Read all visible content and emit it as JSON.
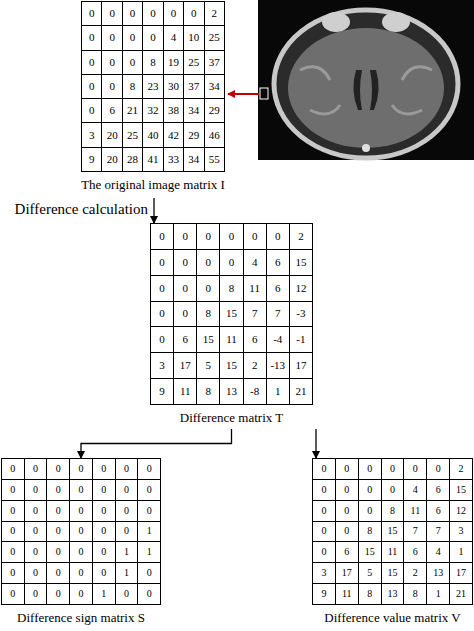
{
  "diagram": {
    "nodes": [
      {
        "text": [
          "The original image matrix I",
          "0",
          "0",
          "0",
          "0",
          "0",
          "0",
          "2",
          "0",
          "0",
          "0",
          "0",
          "4",
          "10",
          "25",
          "0",
          "0",
          "0",
          "8",
          "19",
          "25",
          "37",
          "0",
          "0",
          "8",
          "23",
          "30",
          "37",
          "34",
          "0",
          "6",
          "21",
          "32",
          "38",
          "34",
          "29",
          "3",
          "20",
          "25",
          "40",
          "42",
          "29",
          "46",
          "9",
          "20",
          "28",
          "41",
          "33",
          "34",
          "55"
        ]
      },
      {
        "text": [
          "Difference matrix T",
          "0",
          "0",
          "0",
          "0",
          "0",
          "0",
          "2",
          "0",
          "0",
          "0",
          "0",
          "4",
          "6",
          "15",
          "0",
          "0",
          "0",
          "8",
          "11",
          "6",
          "12",
          "0",
          "0",
          "8",
          "15",
          "7",
          "7",
          "-3",
          "0",
          "6",
          "15",
          "11",
          "6",
          "-4",
          "-1",
          "3",
          "17",
          "5",
          "15",
          "2",
          "-13",
          "17",
          "9",
          "11",
          "8",
          "13",
          "-8",
          "1",
          "21"
        ]
      },
      {
        "text": [
          "Difference sign matrix S",
          "0",
          "0",
          "0",
          "0",
          "0",
          "0",
          "0",
          "0",
          "0",
          "0",
          "0",
          "0",
          "0",
          "0",
          "0",
          "0",
          "0",
          "0",
          "0",
          "0",
          "0",
          "0",
          "0",
          "0",
          "0",
          "0",
          "0",
          "1",
          "0",
          "0",
          "0",
          "0",
          "0",
          "1",
          "1",
          "0",
          "0",
          "0",
          "0",
          "0",
          "1",
          "0",
          "0",
          "0",
          "0",
          "0",
          "1",
          "0",
          "0"
        ]
      },
      {
        "text": [
          "Difference value matrix V",
          "0",
          "0",
          "0",
          "0",
          "0",
          "0",
          "2",
          "0",
          "0",
          "0",
          "0",
          "4",
          "6",
          "15",
          "0",
          "0",
          "0",
          "8",
          "11",
          "6",
          "12",
          "0",
          "0",
          "8",
          "15",
          "7",
          "7",
          "3",
          "0",
          "6",
          "15",
          "11",
          "6",
          "4",
          "1",
          "3",
          "17",
          "5",
          "15",
          "2",
          "13",
          "17",
          "9",
          "11",
          "8",
          "13",
          "8",
          "1",
          "21"
        ]
      }
    ],
    "edges": [
      {
        "from": 0,
        "to": 1,
        "arrow": "to",
        "label": "Difference calculation"
      },
      {
        "from": 1,
        "to": 2,
        "arrow": "to"
      },
      {
        "from": 1,
        "to": 3,
        "arrow": "to"
      }
    ]
  }
}
